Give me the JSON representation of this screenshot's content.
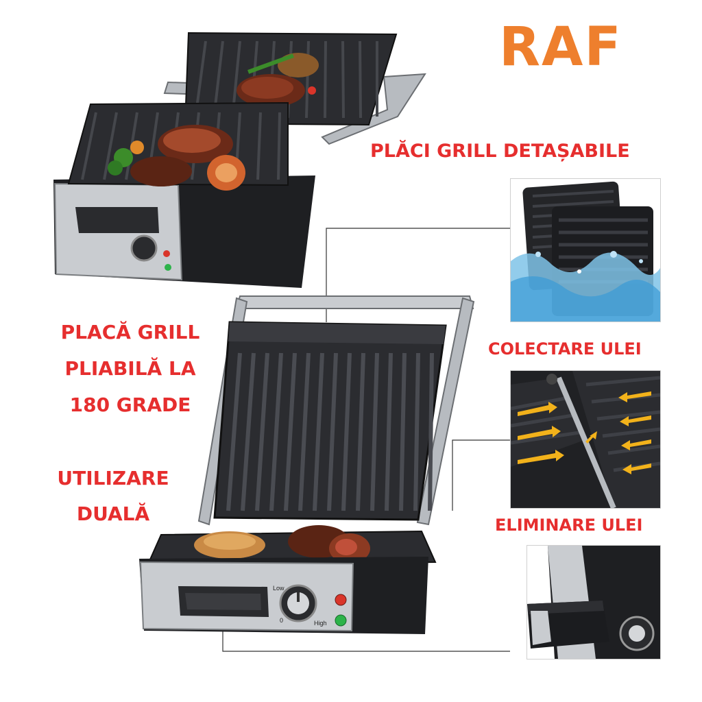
{
  "brand": {
    "name": "RAF",
    "color": "#ee7f2d"
  },
  "labels": {
    "detachable_plates": "PLĂCI GRILL DETAȘABILE",
    "foldable_line1": "PLACĂ GRILL",
    "foldable_line2": "PLIABILĂ LA",
    "foldable_line3": "180 GRADE",
    "dual_line1": "UTILIZARE",
    "dual_line2": "DUALĂ",
    "oil_collection": "COLECTARE ULEI",
    "oil_removal": "ELIMINARE ULEI"
  },
  "knob": {
    "low": "Low",
    "high": "High",
    "zero": "0"
  },
  "colors": {
    "accent_red": "#e62e2e",
    "arrow_yellow": "#f2b21b",
    "steel": "#c9ccd0",
    "plate": "#2b2c30"
  }
}
